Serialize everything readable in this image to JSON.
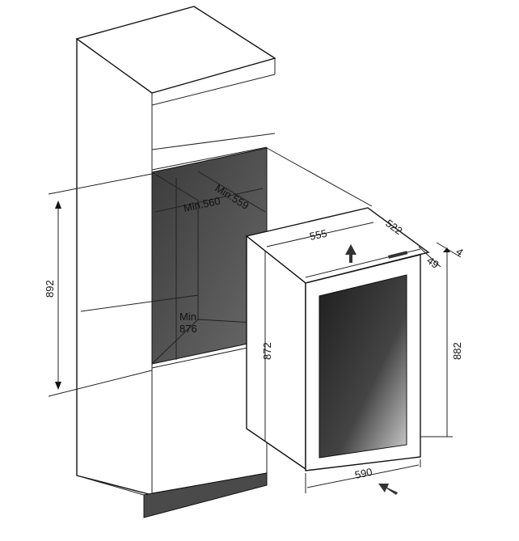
{
  "diagram": {
    "niche": {
      "height_label": "892",
      "min_width_label": "Min.560",
      "min_depth_label": "Min.559",
      "min_height_label_1": "Min.",
      "min_height_label_2": "876"
    },
    "appliance": {
      "width_top_label": "555",
      "depth_label": "522",
      "door_depth_label": "49",
      "gap_label": "4",
      "side_height_label": "872",
      "total_height_label": "882",
      "width_bottom_label": "590"
    },
    "colors": {
      "niche_dark": "#4a4a4a",
      "glass_dark": "#2a2a2a",
      "line": "#222222"
    }
  }
}
